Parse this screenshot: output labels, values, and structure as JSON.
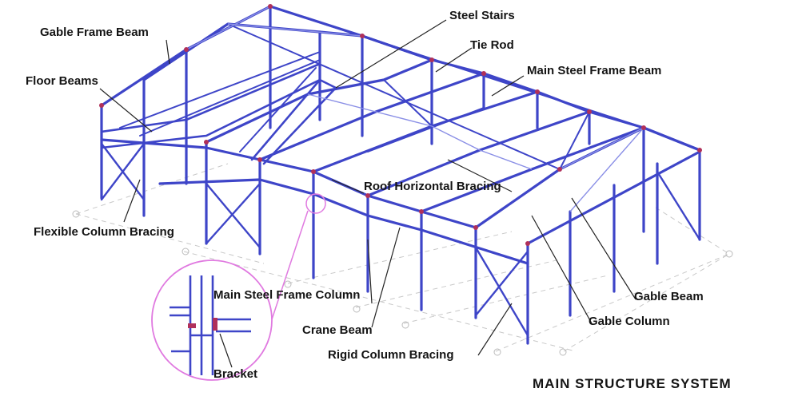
{
  "labels": {
    "gable_frame_beam": "Gable Frame Beam",
    "floor_beams": "Floor Beams",
    "flexible_column_bracing": "Flexible Column Bracing",
    "steel_stairs": "Steel Stairs",
    "tie_rod": "Tie Rod",
    "main_steel_frame_beam": "Main Steel Frame Beam",
    "roof_horizontal_bracing": "Roof Horizontal Bracing",
    "main_steel_frame_column": "Main Steel Frame Column",
    "crane_beam": "Crane Beam",
    "rigid_column_bracing": "Rigid Column Bracing",
    "gable_beam": "Gable Beam",
    "gable_column": "Gable Column",
    "bracket": "Bracket"
  },
  "title": "MAIN STRUCTURE SYSTEM",
  "colors": {
    "steel": "#3e45c8",
    "steel_light": "#8a8fe6",
    "connection": "#b0305a",
    "detail_circle": "#e07ae0",
    "leader": "#222222",
    "grid": "#c8c8c8"
  }
}
